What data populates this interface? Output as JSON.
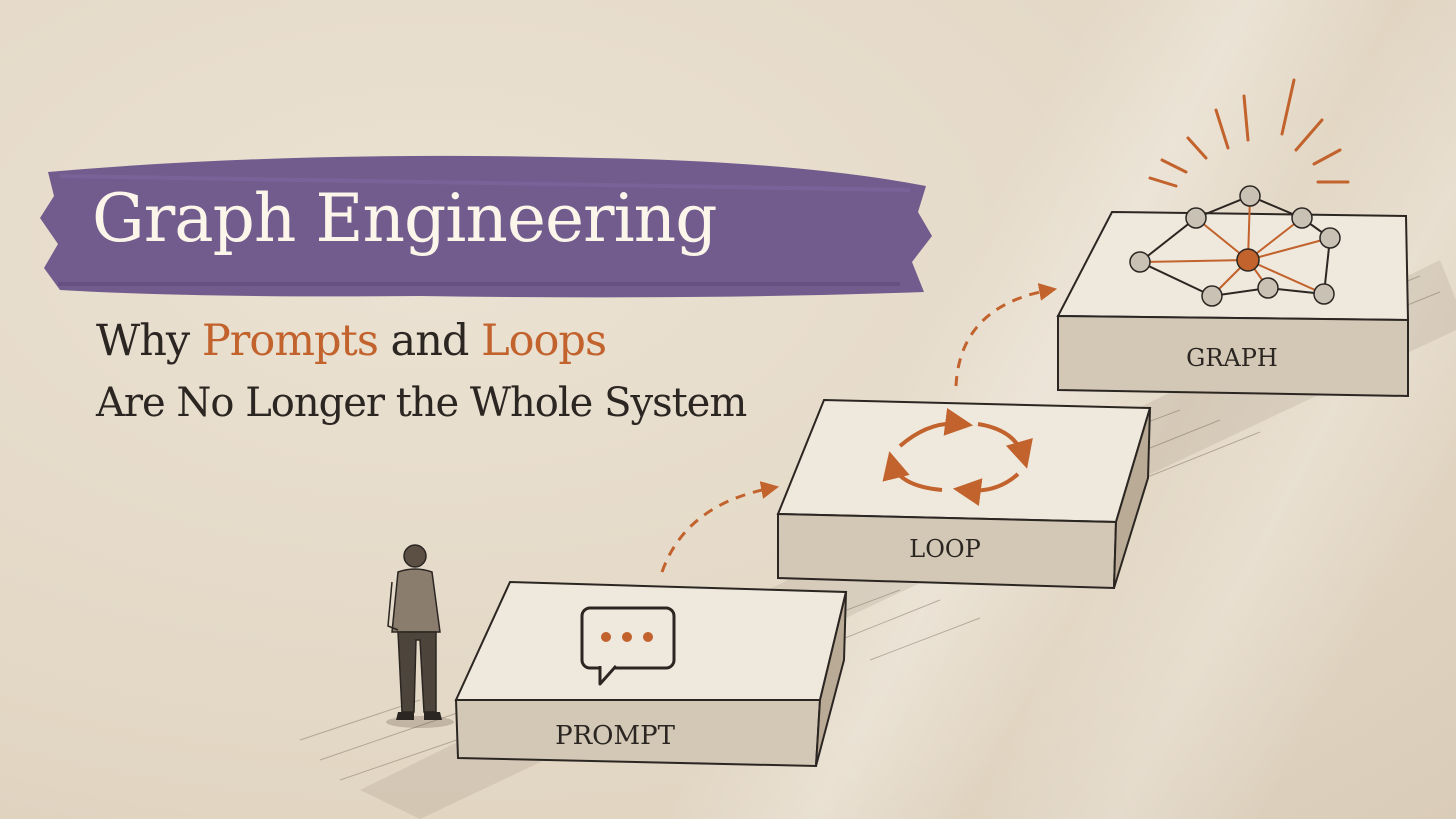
{
  "title": "Graph Engineering",
  "subtitle": {
    "line1": [
      "Why ",
      "Prompts",
      " and ",
      "Loops"
    ],
    "line2": "Are No Longer the Whole System"
  },
  "steps": [
    {
      "label": "PROMPT",
      "icon": "speech-bubble-icon"
    },
    {
      "label": "LOOP",
      "icon": "cycle-arrows-icon"
    },
    {
      "label": "GRAPH",
      "icon": "network-graph-icon"
    }
  ],
  "colors": {
    "accent": "#c2622c",
    "brush": "#6b5489",
    "ink": "#2b2622",
    "paper": "#e6dbca"
  }
}
